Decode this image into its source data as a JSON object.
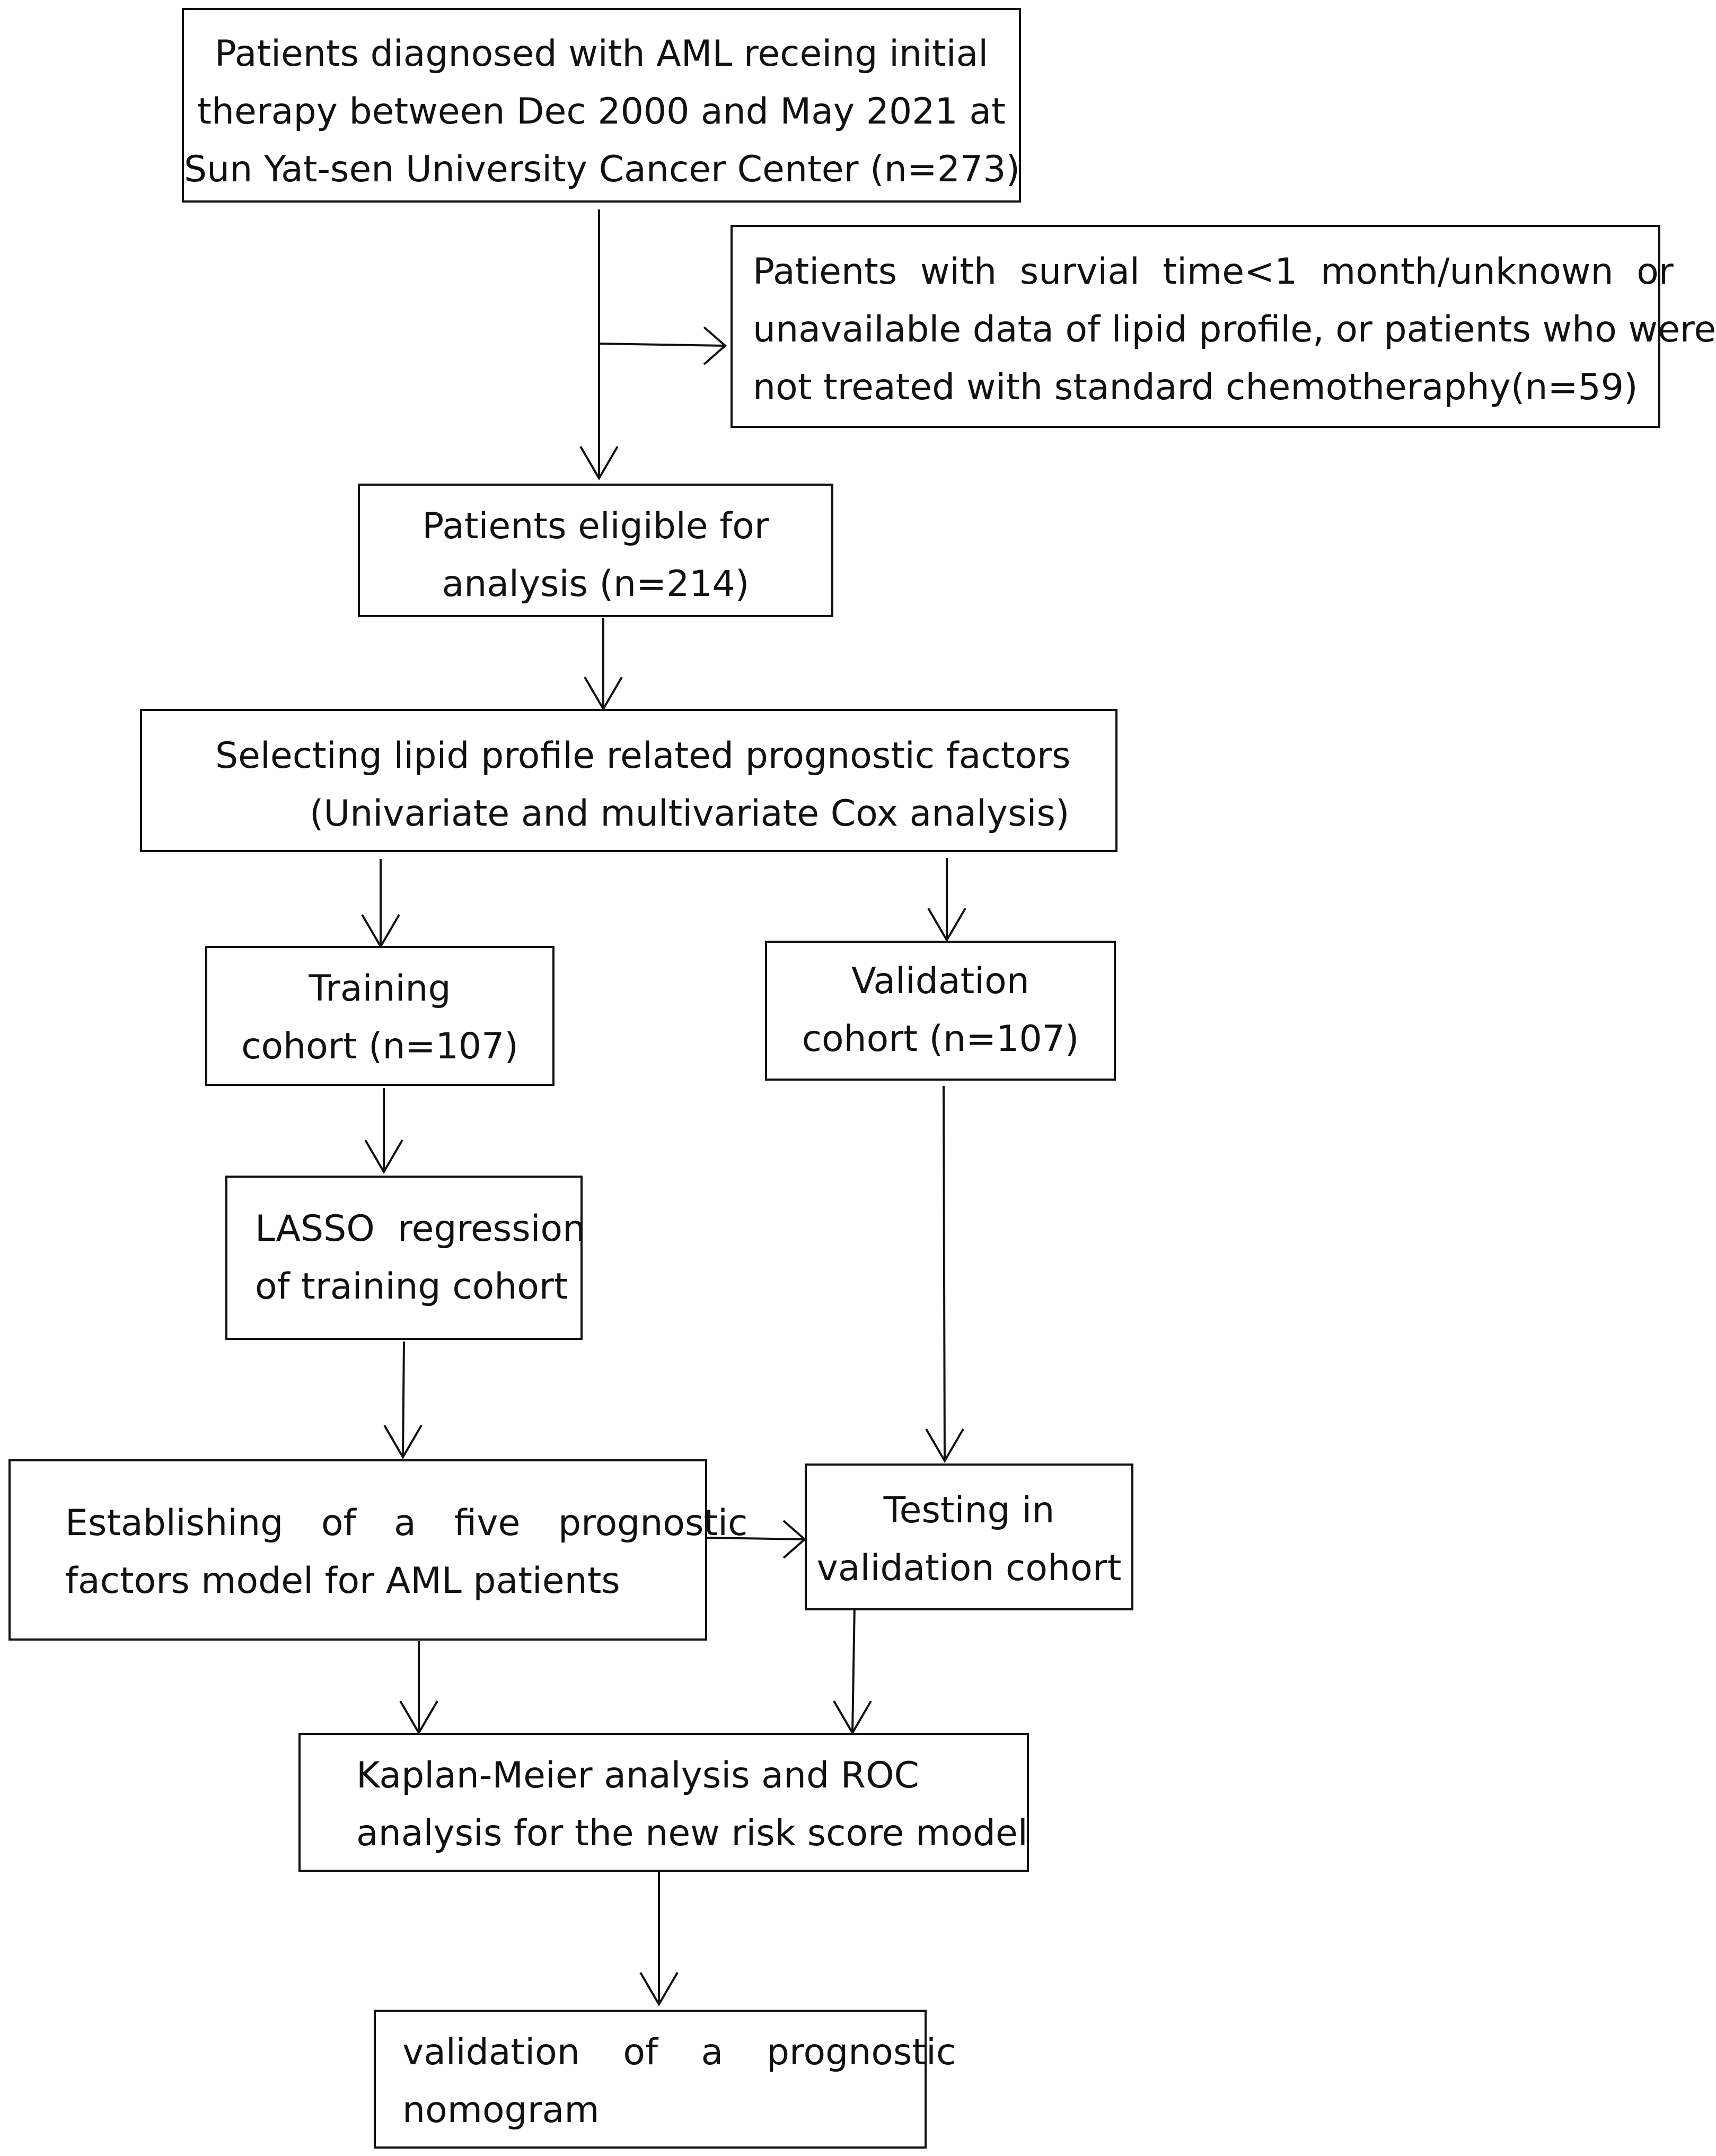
{
  "boxes": {
    "initial": [
      "Patients diagnosed with AML receing initial",
      "therapy between Dec 2000 and May 2021 at",
      "Sun Yat-sen University Cancer Center (n=273)"
    ],
    "excluded": [
      "Patients with survial time<1 month/unknown or",
      "unavailable data of lipid profile, or patients who were",
      "not treated with standard chemotheraphy(n=59)"
    ],
    "eligible": [
      "Patients eligible for",
      "analysis (n=214)"
    ],
    "selecting": [
      "Selecting lipid profile related prognostic factors",
      "(Univariate and multivariate Cox analysis)"
    ],
    "training": [
      "Training",
      "cohort (n=107)"
    ],
    "validation": [
      "Validation",
      "cohort (n=107)"
    ],
    "lasso": [
      "LASSO  regression",
      "of training cohort"
    ],
    "establishing": [
      "Establishing of a five prognostic",
      "factors model for AML patients"
    ],
    "testing": [
      "Testing in",
      "validation cohort"
    ],
    "kaplan": [
      "Kaplan-Meier analysis and ROC",
      "analysis for the new risk score model"
    ],
    "nomogram": [
      "validation of a prognostic",
      "nomogram"
    ]
  }
}
